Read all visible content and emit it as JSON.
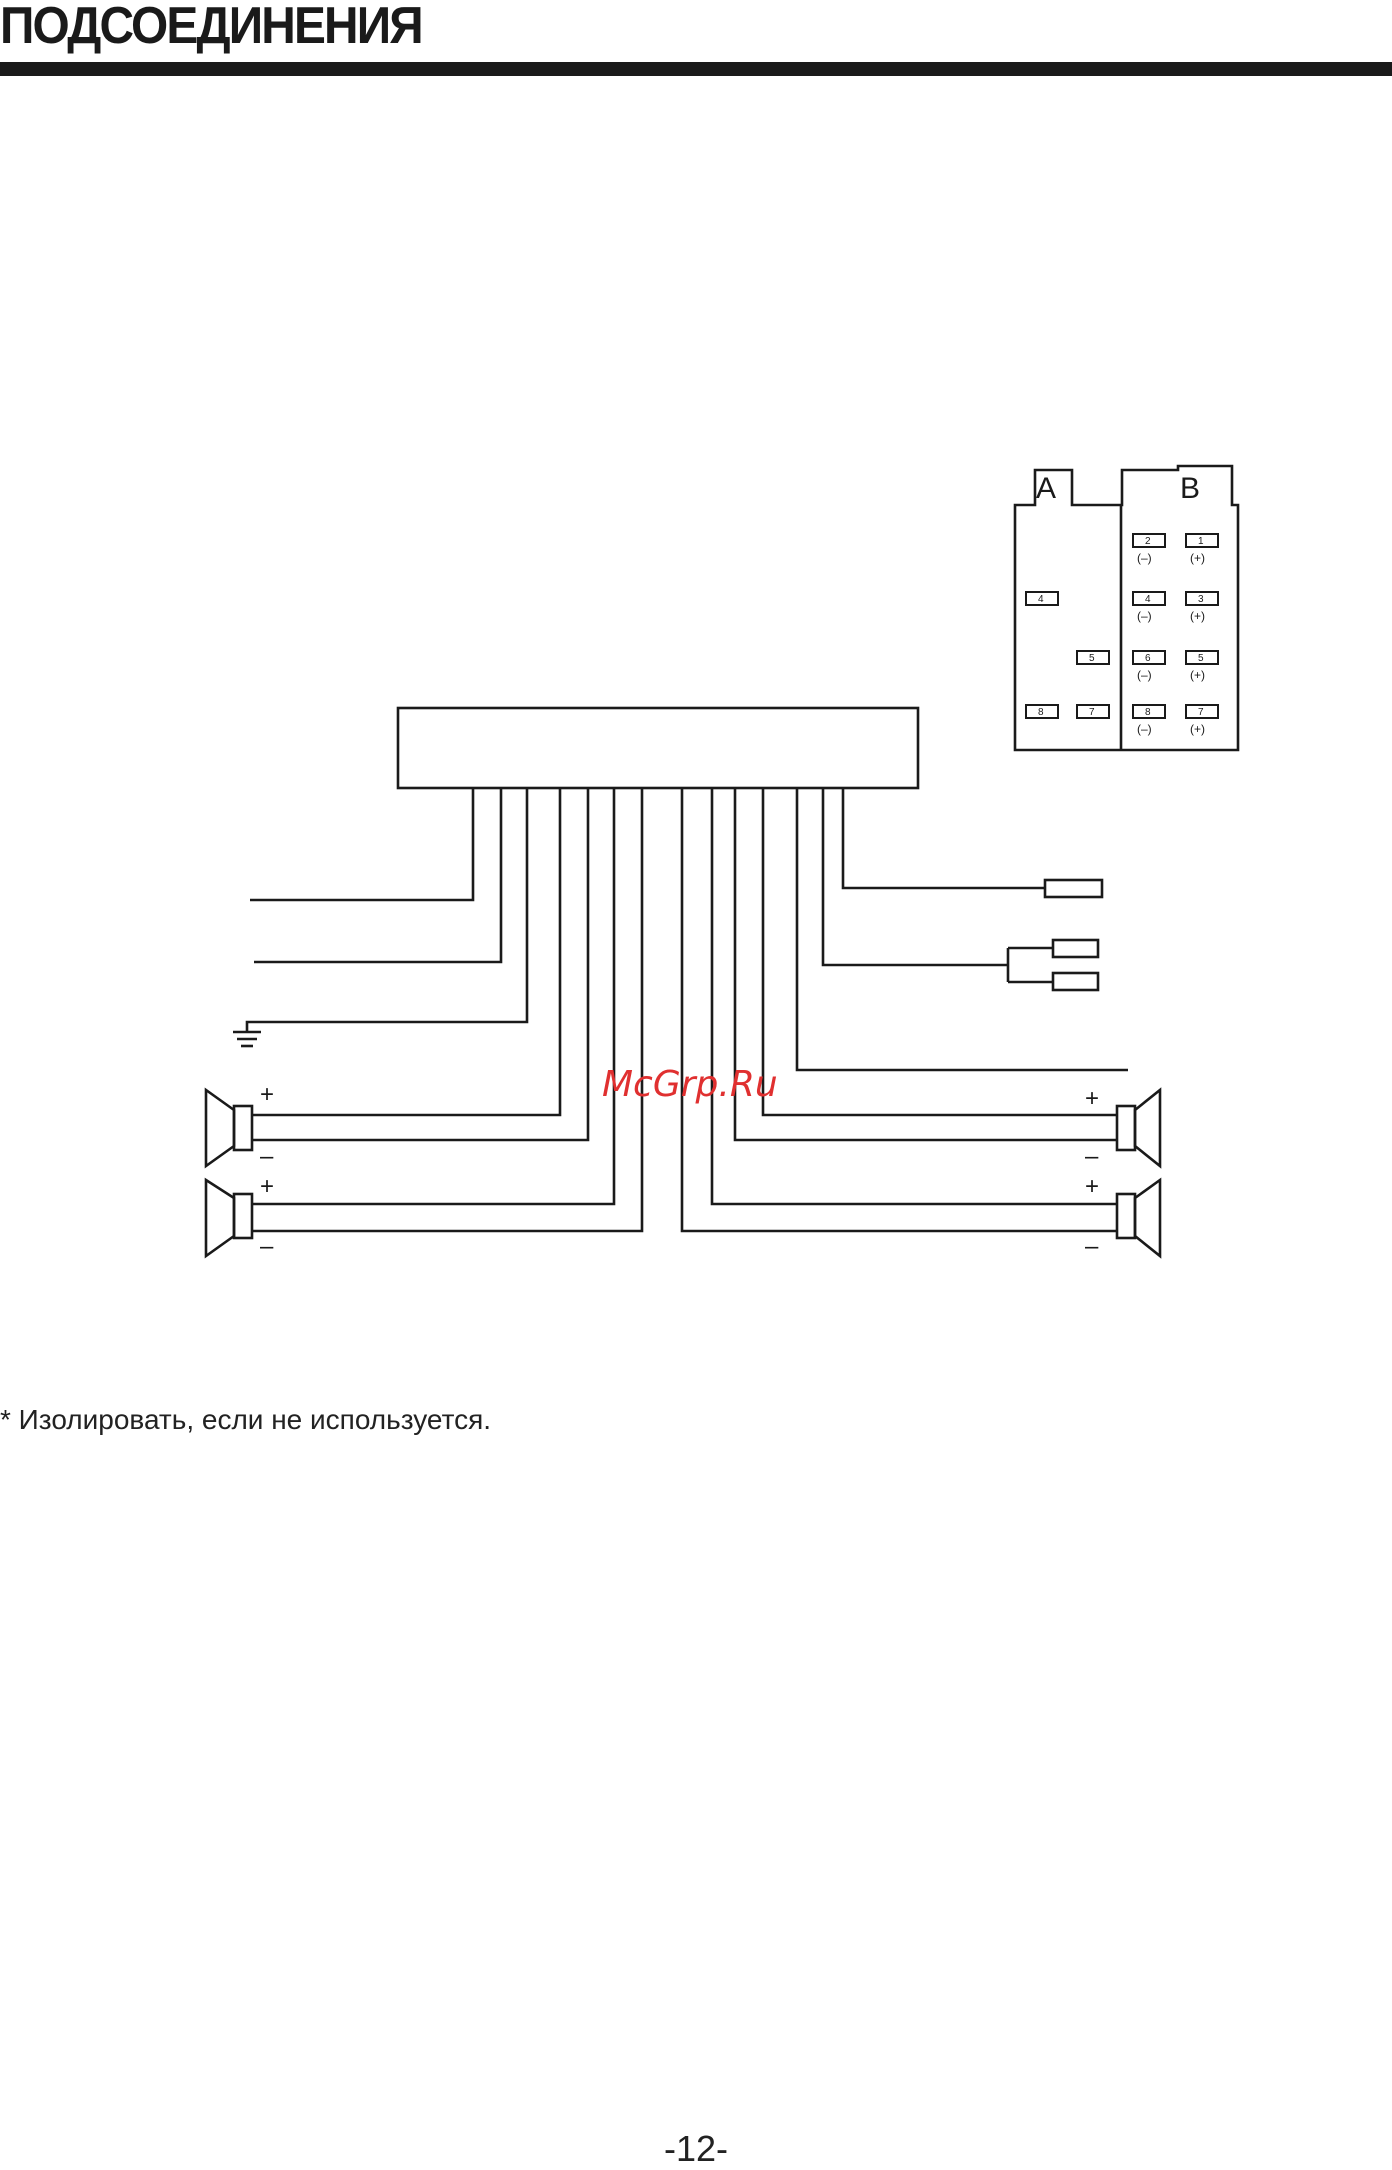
{
  "header": {
    "title": "ПОДСОЕДИНЕНИЯ"
  },
  "connector": {
    "label_a": "A",
    "label_b": "B",
    "side_a_pins": [
      "4",
      "5",
      "8",
      "7"
    ],
    "side_b_pins": [
      {
        "pin": "2",
        "polarity": "(–)"
      },
      {
        "pin": "1",
        "polarity": "(+)"
      },
      {
        "pin": "4",
        "polarity": "(–)"
      },
      {
        "pin": "3",
        "polarity": "(+)"
      },
      {
        "pin": "6",
        "polarity": "(–)"
      },
      {
        "pin": "5",
        "polarity": "(+)"
      },
      {
        "pin": "8",
        "polarity": "(–)"
      },
      {
        "pin": "7",
        "polarity": "(+)"
      }
    ]
  },
  "speakers": {
    "plus": "+",
    "minus": "–"
  },
  "watermark": "McGrp.Ru",
  "footnote": "* Изолировать, если не используется.",
  "page_number": "-12-",
  "colors": {
    "line": "#1a1a1a",
    "watermark": "#e03030"
  }
}
